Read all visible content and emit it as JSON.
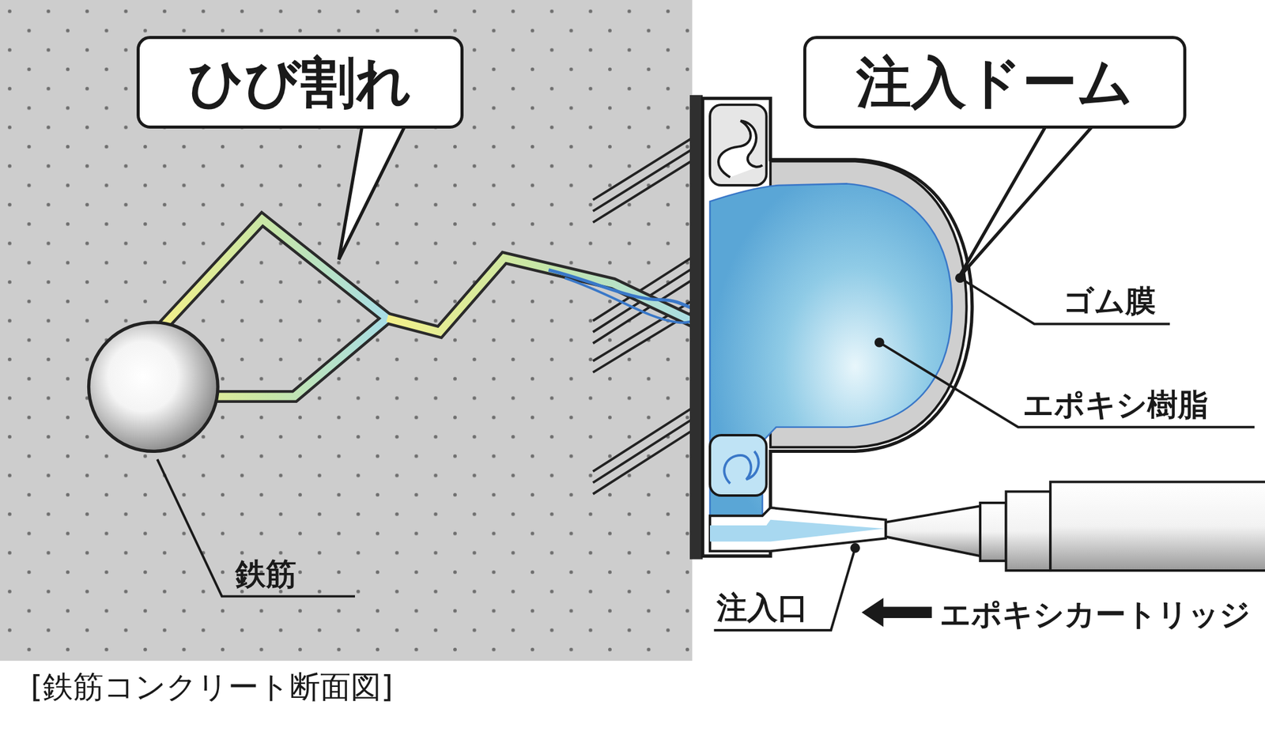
{
  "diagram": {
    "caption": "[鉄筋コンクリート断面図]",
    "nodes": [
      {
        "text": [
          "ひび割れ"
        ]
      },
      {
        "text": [
          "注入ドーム"
        ]
      }
    ],
    "edges": [],
    "labels": [
      "ゴム膜",
      "エポキシ樹脂",
      "鉄筋",
      "注入口",
      "エポキシカートリッジ"
    ]
  }
}
